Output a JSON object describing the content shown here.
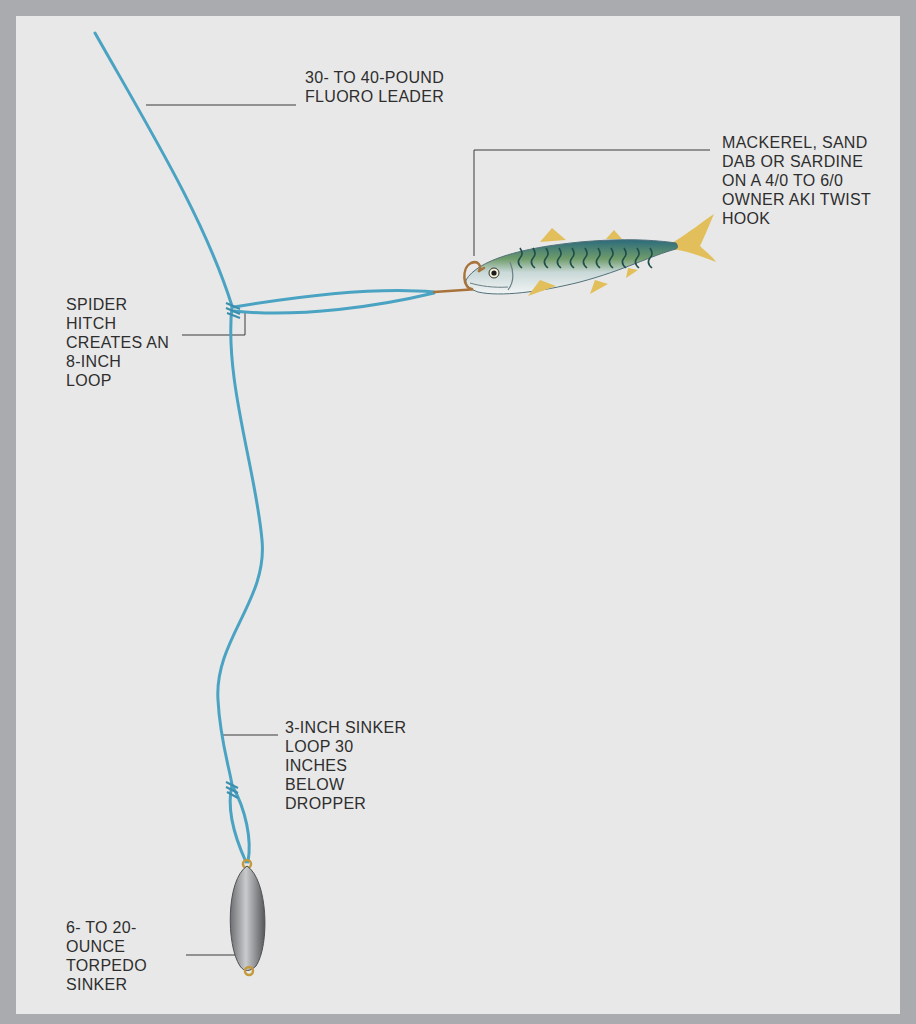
{
  "diagram": {
    "labels": [
      "30- TO 40-POUND FLUORO LEADER",
      "MACKEREL, SAND DAB OR SARDINE ON A 4/0 TO 6/0 OWNER AKI TWIST HOOK",
      "SPIDER HITCH CREATES AN 8-INCH LOOP",
      "3-INCH SINKER LOOP 30 INCHES BELOW DROPPER",
      "6- TO 20-OUNCE TORPEDO SINKER"
    ]
  }
}
